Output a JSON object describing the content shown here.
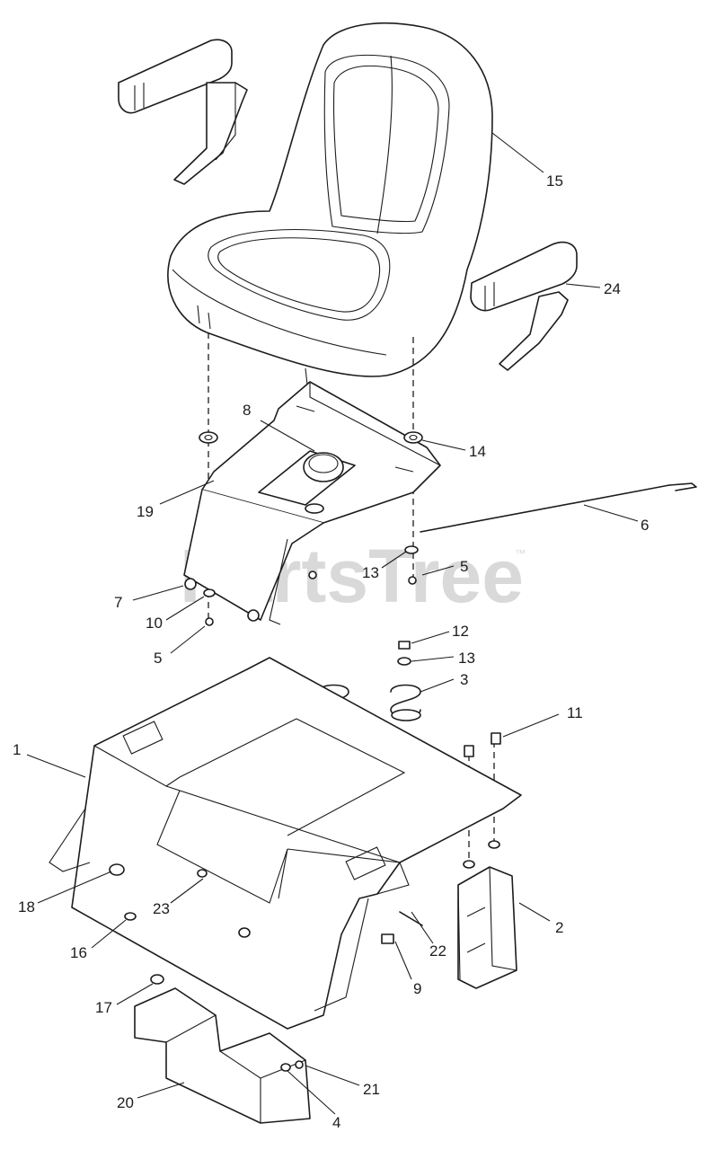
{
  "watermark": {
    "text": "PartsTree",
    "trademark": "™"
  },
  "callouts": [
    "1",
    "2",
    "3",
    "4",
    "5",
    "6",
    "7",
    "8",
    "9",
    "10",
    "11",
    "12",
    "13",
    "14",
    "15",
    "16",
    "17",
    "18",
    "19",
    "20",
    "21",
    "22",
    "23",
    "24"
  ]
}
